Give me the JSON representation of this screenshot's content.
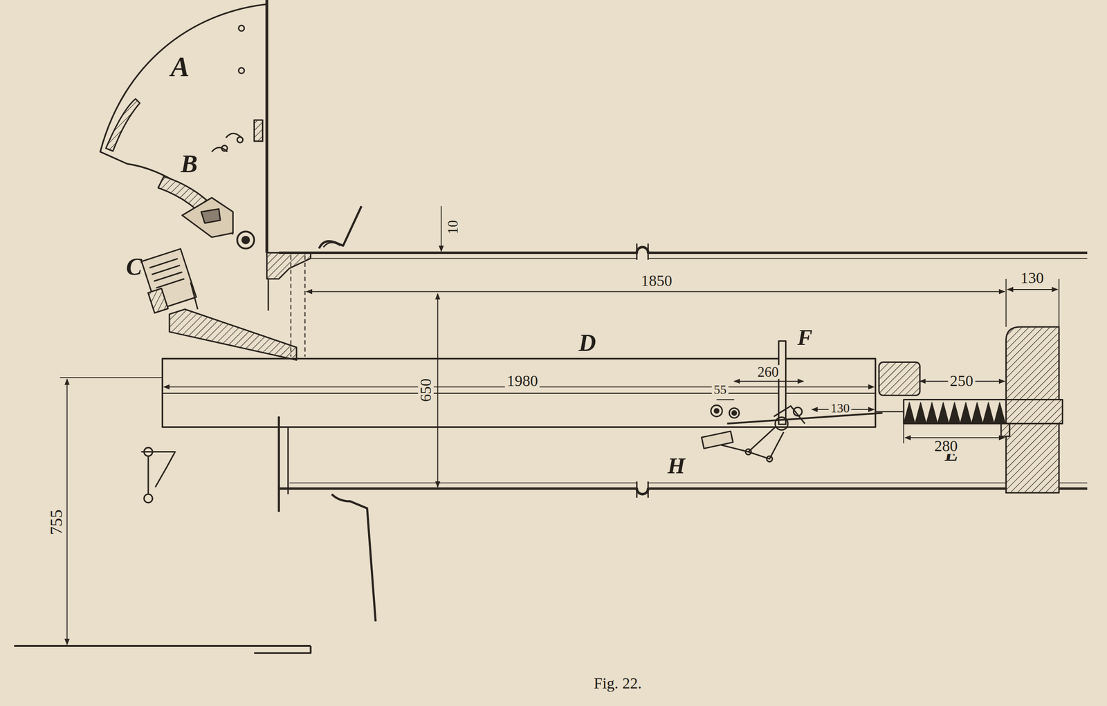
{
  "diagram": {
    "caption": "Fig. 22.",
    "labels": [
      "A",
      "B",
      "C",
      "D",
      "F",
      "E",
      "H",
      "10",
      "1850",
      "130",
      "650",
      "1980",
      "260",
      "55",
      "130",
      "250",
      "280",
      "755"
    ]
  }
}
